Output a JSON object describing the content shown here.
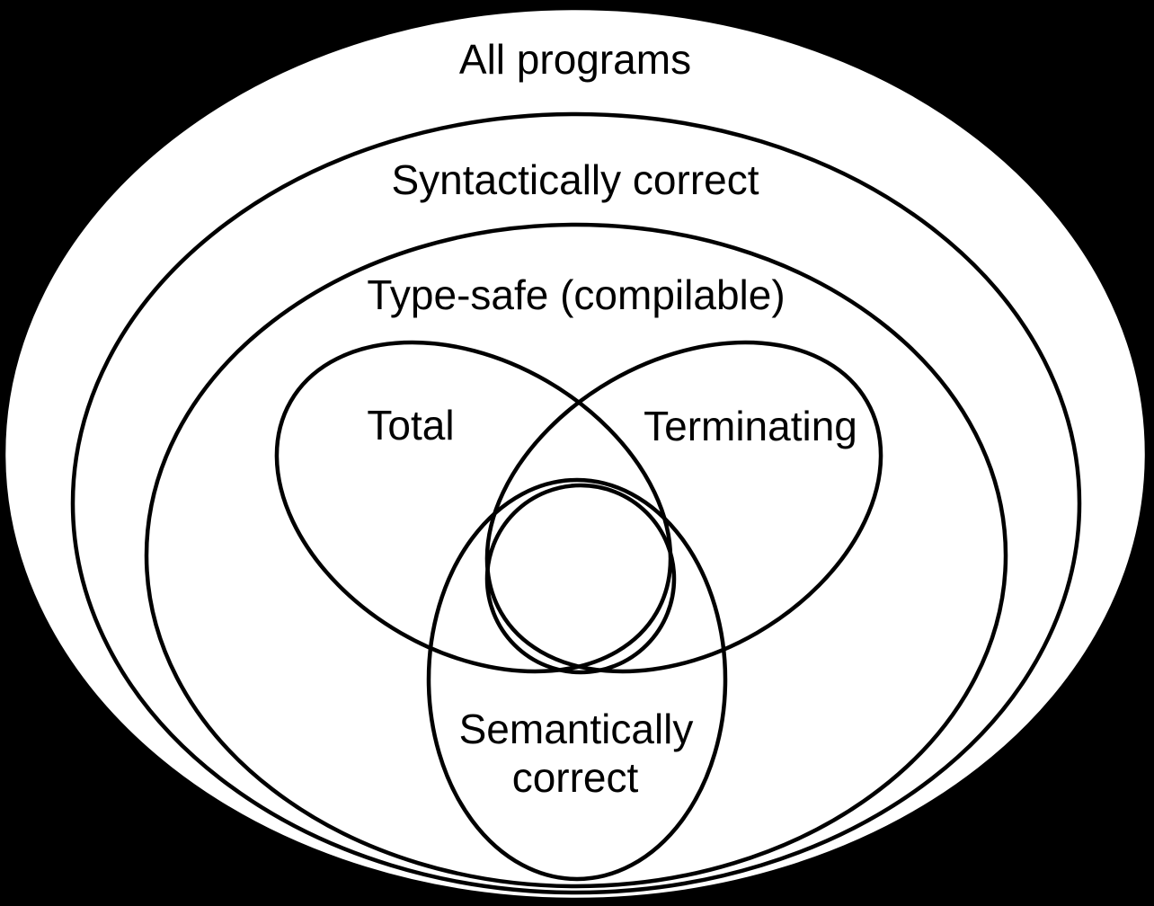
{
  "colors": {
    "background": "#000000",
    "region_fill": "#ffffff",
    "outline": "#000000",
    "text": "#000000"
  },
  "sets": {
    "all_programs": {
      "label": "All programs"
    },
    "syntactically_correct": {
      "label": "Syntactically correct"
    },
    "type_safe": {
      "label": "Type-safe (compilable)"
    },
    "total": {
      "label": "Total"
    },
    "terminating": {
      "label": "Terminating"
    },
    "semantically_correct": {
      "label": "Semantically correct",
      "lines": [
        "Semantically",
        "correct"
      ]
    }
  }
}
